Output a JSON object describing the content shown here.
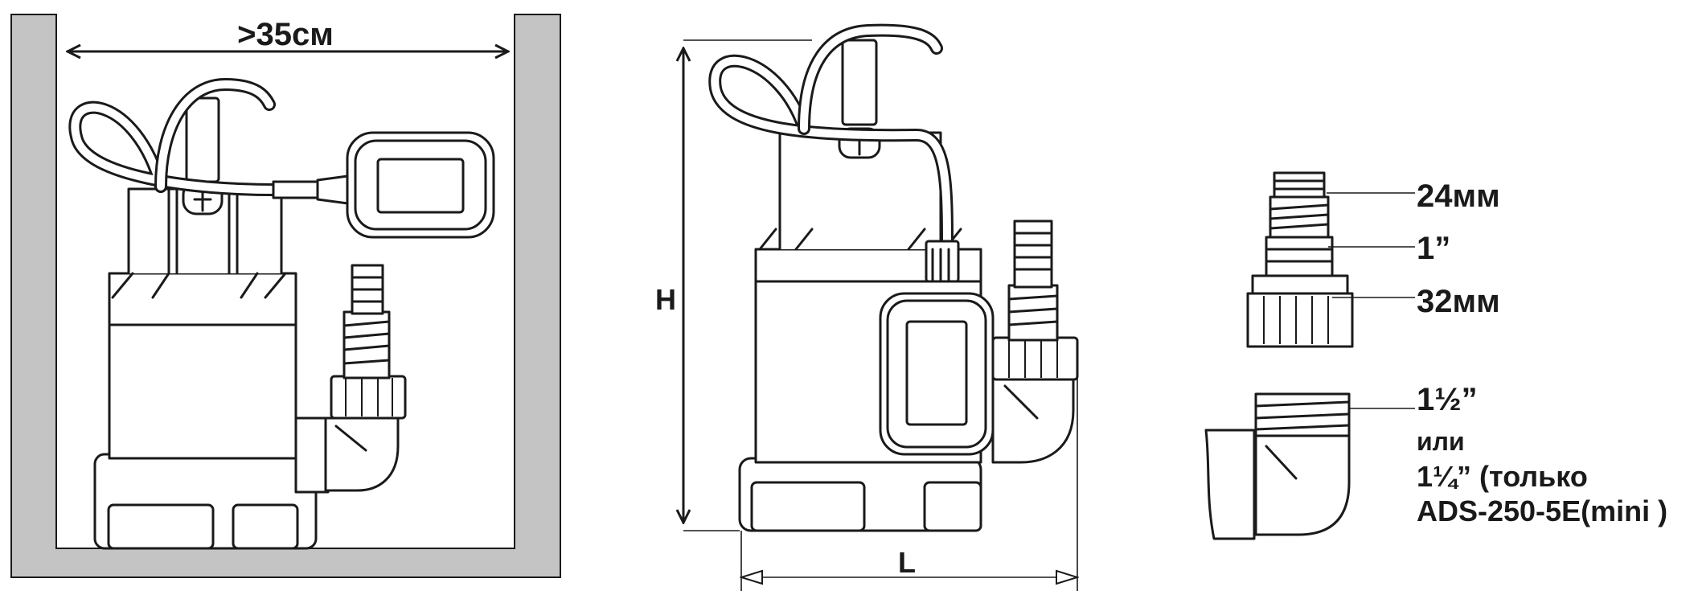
{
  "colors": {
    "line": "#1a1a1a",
    "wall": "#c4c4c4",
    "background": "#ffffff"
  },
  "install": {
    "width_label": ">35см"
  },
  "dimensions": {
    "height_label": "H",
    "length_label": "L"
  },
  "fittings": {
    "label_24": "24мм",
    "label_1in": "1”",
    "label_32": "32мм",
    "label_1half": "1½”",
    "label_or": "или",
    "label_1quarter": "1¼” (только",
    "label_model": "ADS-250-5E(mini )"
  }
}
